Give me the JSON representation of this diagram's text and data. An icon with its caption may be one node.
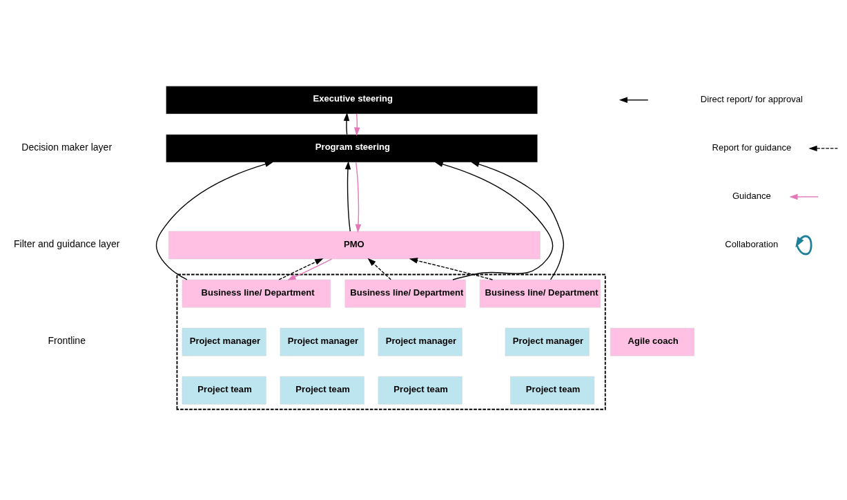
{
  "diagram": {
    "nodes": [
      {
        "text": [
          "Executive steering"
        ]
      },
      {
        "text": [
          "Program steering"
        ]
      },
      {
        "text": [
          "PMO"
        ]
      },
      {
        "text": [],
        "shape": "box"
      },
      {
        "text": [
          "Business line/ Department"
        ],
        "in": 3
      },
      {
        "text": [
          "Business line/ Department"
        ],
        "in": 3
      },
      {
        "text": [
          "Business line/ Department"
        ],
        "in": 3
      },
      {
        "text": [
          "Agile coach"
        ]
      },
      {
        "text": [
          "Project manager"
        ],
        "in": 3
      },
      {
        "text": [
          "Project manager"
        ],
        "in": 3
      },
      {
        "text": [
          "Project manager"
        ],
        "in": 3
      },
      {
        "text": [
          "Project manager"
        ],
        "in": 3
      },
      {
        "text": [
          "Project team"
        ],
        "in": 3
      },
      {
        "text": [
          "Project team"
        ],
        "in": 3
      },
      {
        "text": [
          "Project team"
        ],
        "in": 3
      },
      {
        "text": [
          "Project team"
        ],
        "in": 3
      }
    ],
    "edges": [
      {
        "from": 1,
        "to": 0,
        "arrow": "to"
      },
      {
        "from": 2,
        "to": 1,
        "arrow": "to"
      },
      {
        "from": 4,
        "to": 1,
        "arrow": "to"
      },
      {
        "from": 5,
        "to": 1,
        "arrow": "to"
      },
      {
        "from": 6,
        "to": 1,
        "arrow": "to"
      },
      {
        "from": 4,
        "to": 2,
        "arrow": "to",
        "style": "dashed"
      },
      {
        "from": 5,
        "to": 2,
        "arrow": "to",
        "style": "dashed"
      },
      {
        "from": 6,
        "to": 2,
        "arrow": "to",
        "style": "dashed"
      },
      {
        "from": 0,
        "to": 1,
        "arrow": "to",
        "color": "#e377b8"
      },
      {
        "from": 1,
        "to": 2,
        "arrow": "to",
        "color": "#e377b8"
      },
      {
        "from": 2,
        "to": 4,
        "arrow": "to",
        "color": "#e377b8"
      }
    ],
    "labels": [
      "Decision maker layer",
      "Filter and guidance layer",
      "Frontline"
    ],
    "legend": [
      {
        "text": "Direct report/ for approval"
      },
      {
        "text": "Report for guidance"
      },
      {
        "text": "Guidance"
      },
      {
        "text": "Collaboration"
      }
    ]
  }
}
